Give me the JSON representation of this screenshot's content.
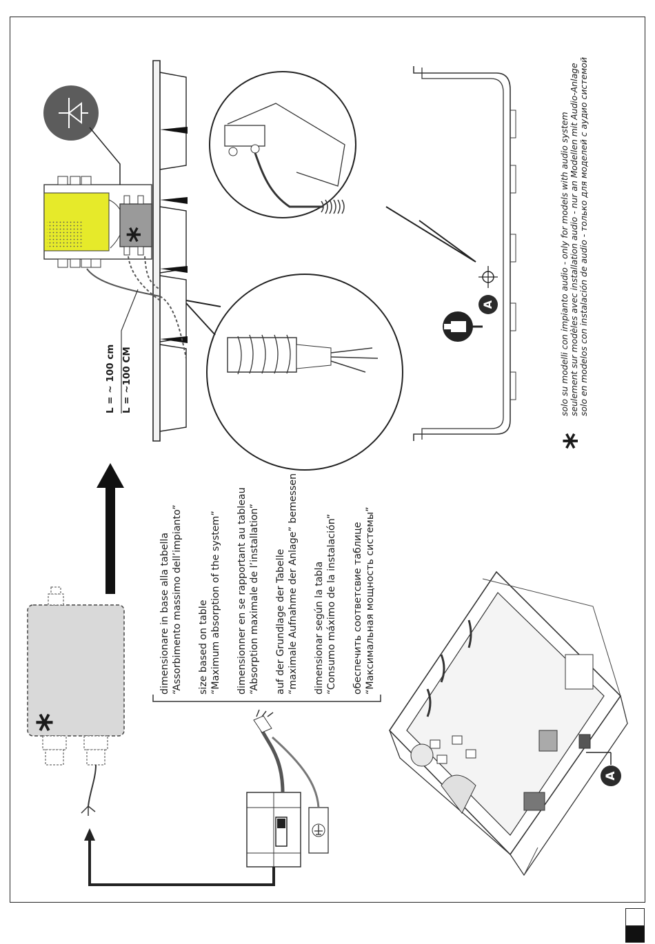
{
  "instructions": [
    {
      "lang": "it",
      "line1": "dimensionare in base alla tabella",
      "line2": "“Assorbimento massimo dell’impianto”"
    },
    {
      "lang": "en",
      "line1": "size based on table",
      "line2": "“Maximum absorption of the system”"
    },
    {
      "lang": "fr",
      "line1": "dimensionner en se rapportant au tableau",
      "line2": "“Absorption maximale de l’installation”"
    },
    {
      "lang": "de",
      "line1": "auf der Grundlage der Tabelle",
      "line2": "“maximale Aufnahme der Anlage” bemessen"
    },
    {
      "lang": "es",
      "line1": "dimensionar según la tabla",
      "line2": "“Consumo máximo de la instalación”"
    },
    {
      "lang": "ru",
      "line1": "обеспечить соответсвие таблице",
      "line2": "“Максимальная мощность системы”"
    }
  ],
  "cable_length": {
    "label_cm": "L = ~ 100 cm",
    "label_cm_ru": "L = ~100 CM"
  },
  "audio_note": {
    "symbol": "*",
    "lines": [
      "solo su modelli con impianto audio - only for models with audio system",
      "seulement sur modèles avec installation audio - nur an Modellen mit Audio-Anlage",
      "solo en modelos con instalación de audio - только для моделей с аудио системой"
    ]
  },
  "markers": {
    "point_a": "A",
    "asterisk": "*"
  },
  "colors": {
    "control_box_yellow": "#e6ea2a",
    "audio_box_grey": "#9a9a9a",
    "badge_dark": "#2b2b2b",
    "circle_icon_grey": "#5c5c5c"
  },
  "icons": [
    "pencil-icon",
    "drill-icon",
    "target-crosshair-icon",
    "ground-symbol-icon",
    "electrode-symbol-icon"
  ]
}
